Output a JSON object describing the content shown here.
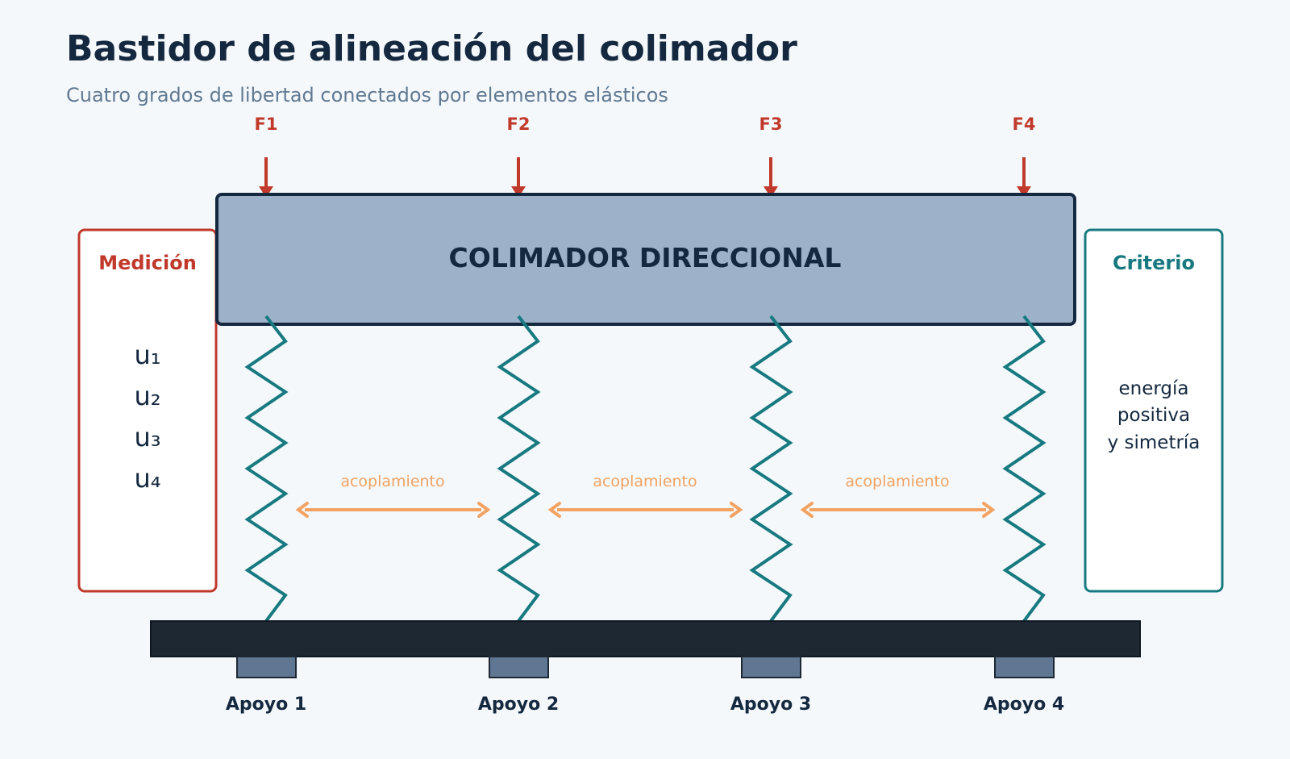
{
  "title": "Bastidor de alineación del colimador",
  "subtitle": "Cuatro grados de libertad conectados por elementos elásticos",
  "block_label": "COLIMADOR DIRECCIONAL",
  "forces": [
    "F1",
    "F2",
    "F3",
    "F4"
  ],
  "measurement": {
    "title": "Medición",
    "items": [
      "u₁",
      "u₂",
      "u₃",
      "u₄"
    ]
  },
  "criterion": {
    "title": "Criterio",
    "lines": [
      "energía",
      "positiva",
      "y simetría"
    ]
  },
  "couplings": [
    "acoplamiento",
    "acoplamiento",
    "acoplamiento"
  ],
  "supports": [
    "Apoyo 1",
    "Apoyo 2",
    "Apoyo 3",
    "Apoyo 4"
  ],
  "colors": {
    "force": "#c0392b",
    "spring": "#177a80",
    "coupling": "#f4a261",
    "block_fill": "#9db2c8",
    "block_stroke": "#14283f",
    "base": "#1e2833",
    "support_pad": "#5f7793",
    "criterion": "#177a80",
    "measurement": "#c0392b"
  }
}
